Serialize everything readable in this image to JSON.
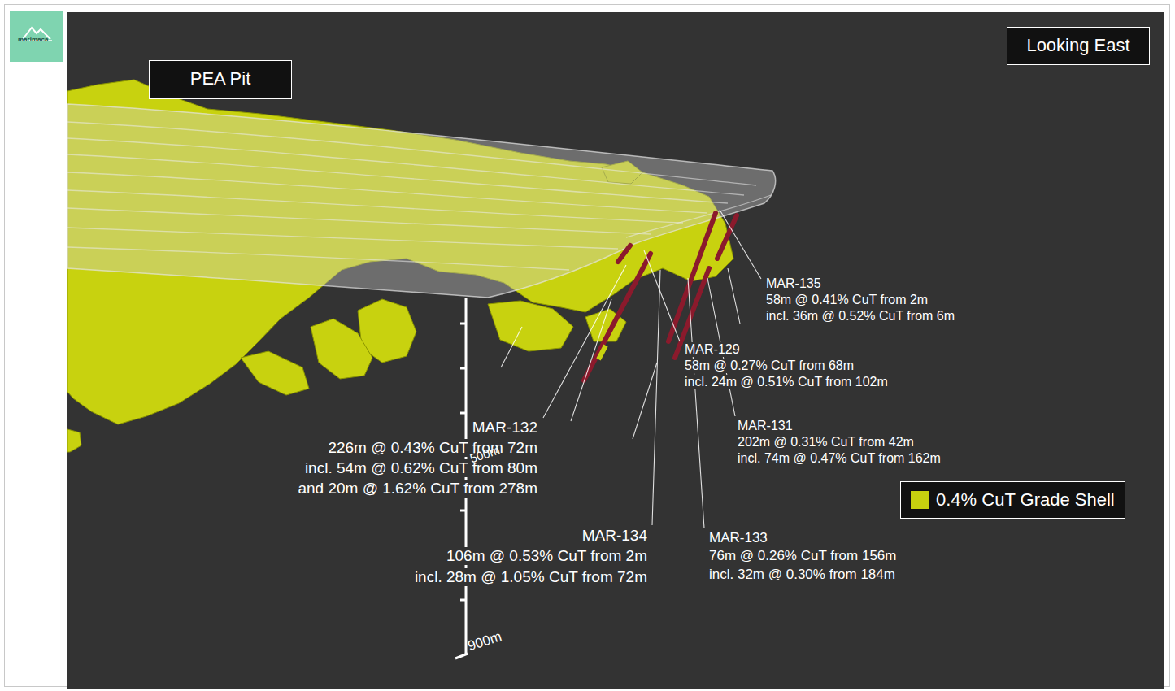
{
  "diagram": {
    "nodes": [
      {
        "text": [
          "PEA Pit"
        ]
      },
      {
        "text": [
          "Looking East"
        ]
      }
    ],
    "labels": [
      "marimaca",
      "MAR-135",
      "58m @ 0.41% CuT from 2m",
      "incl. 36m @ 0.52% CuT from 6m",
      "MAR-129",
      "58m @ 0.27% CuT from 68m",
      "incl. 24m @ 0.51% CuT from 102m",
      "MAR-131",
      "202m @ 0.31% CuT from 42m",
      "incl. 74m @ 0.47% CuT from 162m",
      "MAR-132",
      "226m @ 0.43% CuT from 72m",
      "incl. 54m @ 0.62% CuT from 80m",
      "and 20m @ 1.62% CuT from 278m",
      "MAR-134",
      "106m @ 0.53% CuT from 2m",
      "incl. 28m @ 1.05% CuT from 72m",
      "MAR-133",
      "76m @ 0.26% CuT from 156m",
      "incl. 32m @ 0.30% from 184m",
      "500m",
      "900m"
    ],
    "legend": [
      {
        "text": "0.4% CuT Grade Shell",
        "color": "#c8d20f"
      }
    ]
  }
}
